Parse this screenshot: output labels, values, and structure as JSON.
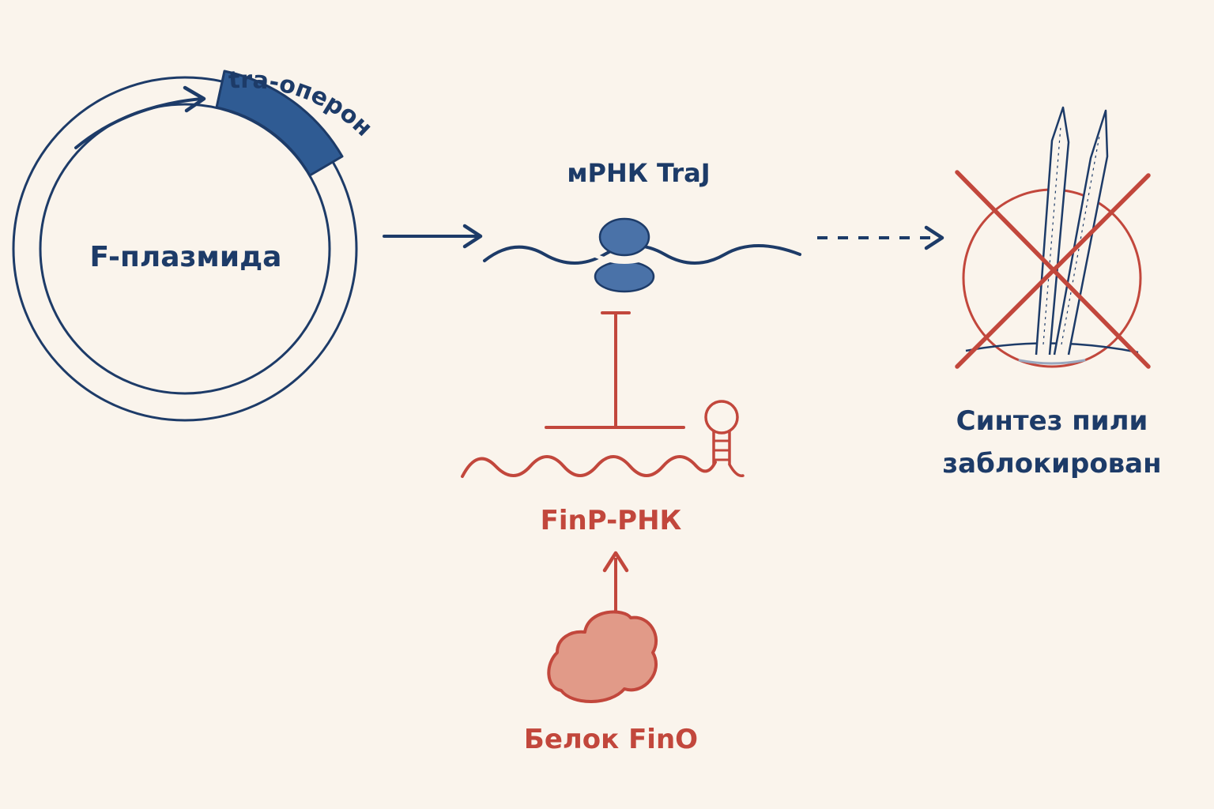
{
  "colors": {
    "background": "#faf4ec",
    "navy": "#1d3b68",
    "gene_block": "#2f5b93",
    "ribosome": "#4a72a8",
    "red": "#c2473c",
    "fino_fill": "#e19a88"
  },
  "plasmid": {
    "label": "F-плазмида",
    "gene_label": "tra-оперон"
  },
  "mrna": {
    "label": "мРНК TraJ"
  },
  "finp": {
    "label": "FinP-РНК"
  },
  "fino": {
    "label": "Белок FinO"
  },
  "outcome": {
    "line1": "Синтез пили",
    "line2": "заблокирован"
  }
}
